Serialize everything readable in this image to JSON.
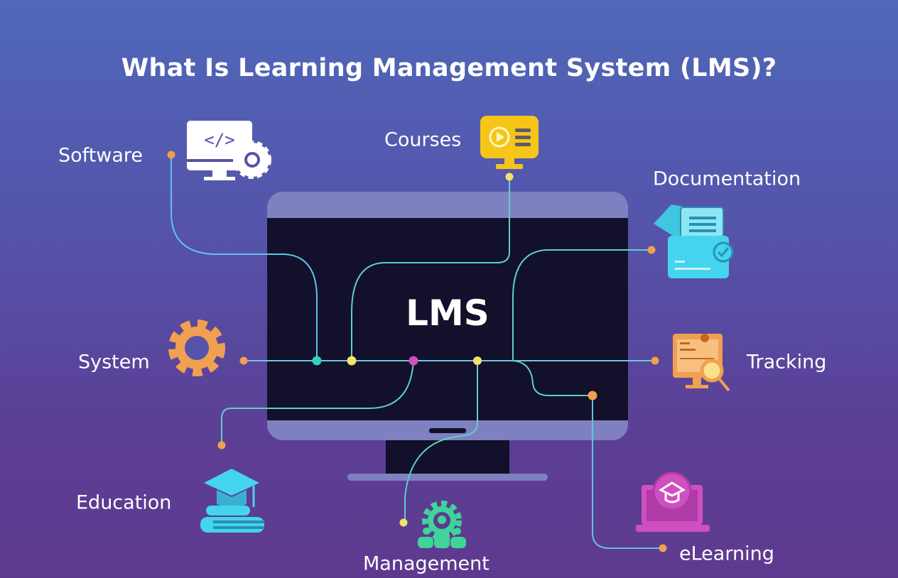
{
  "title": "What Is Learning Management System (LMS)?",
  "center_label": "LMS",
  "nodes": {
    "software": "Software",
    "courses": "Courses",
    "documentation": "Documentation",
    "system": "System",
    "tracking": "Tracking",
    "education": "Education",
    "management": "Management",
    "elearning": "eLearning"
  },
  "colors": {
    "line": "#5fd0c4",
    "orange": "#f0a050",
    "yellow": "#f1e36a",
    "teal": "#35d0c0",
    "magenta": "#d04fc0",
    "monitor_frame": "#7f80c0",
    "screen": "#12102a"
  }
}
